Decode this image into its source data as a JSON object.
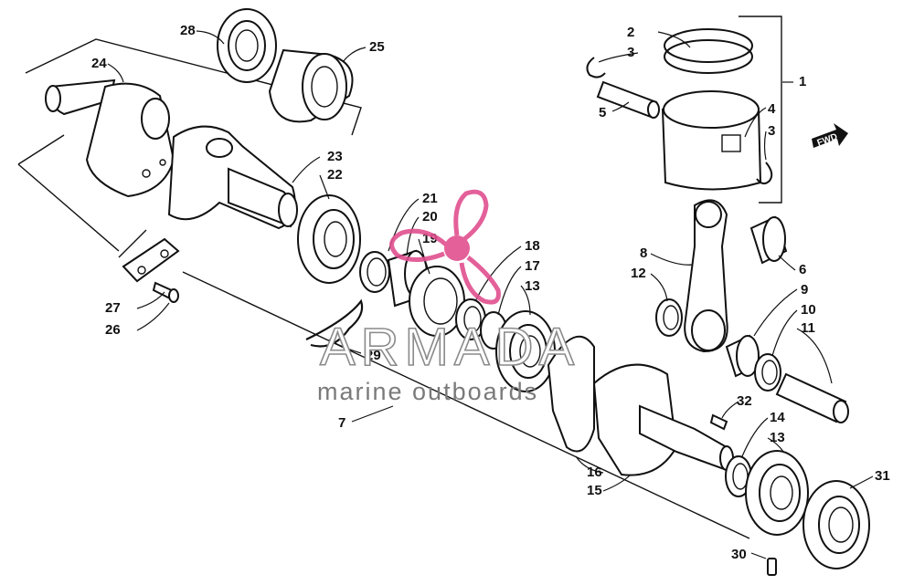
{
  "watermark": {
    "title": "ARMADA",
    "subtitle": "marine outboards",
    "logo_color": "#e04f8f"
  },
  "fwd_label": "FWD",
  "callouts": {
    "c1": "1",
    "c2": "2",
    "c3a": "3",
    "c3b": "3",
    "c4": "4",
    "c5": "5",
    "c6": "6",
    "c7": "7",
    "c8": "8",
    "c9": "9",
    "c10": "10",
    "c11": "11",
    "c12": "12",
    "c13a": "13",
    "c13b": "13",
    "c14": "14",
    "c15": "15",
    "c16": "16",
    "c17": "17",
    "c18": "18",
    "c19": "19",
    "c20": "20",
    "c21": "21",
    "c22": "22",
    "c23": "23",
    "c24": "24",
    "c25": "25",
    "c26": "26",
    "c27": "27",
    "c28": "28",
    "c29": "29",
    "c30": "30",
    "c31": "31",
    "c32": "32"
  }
}
